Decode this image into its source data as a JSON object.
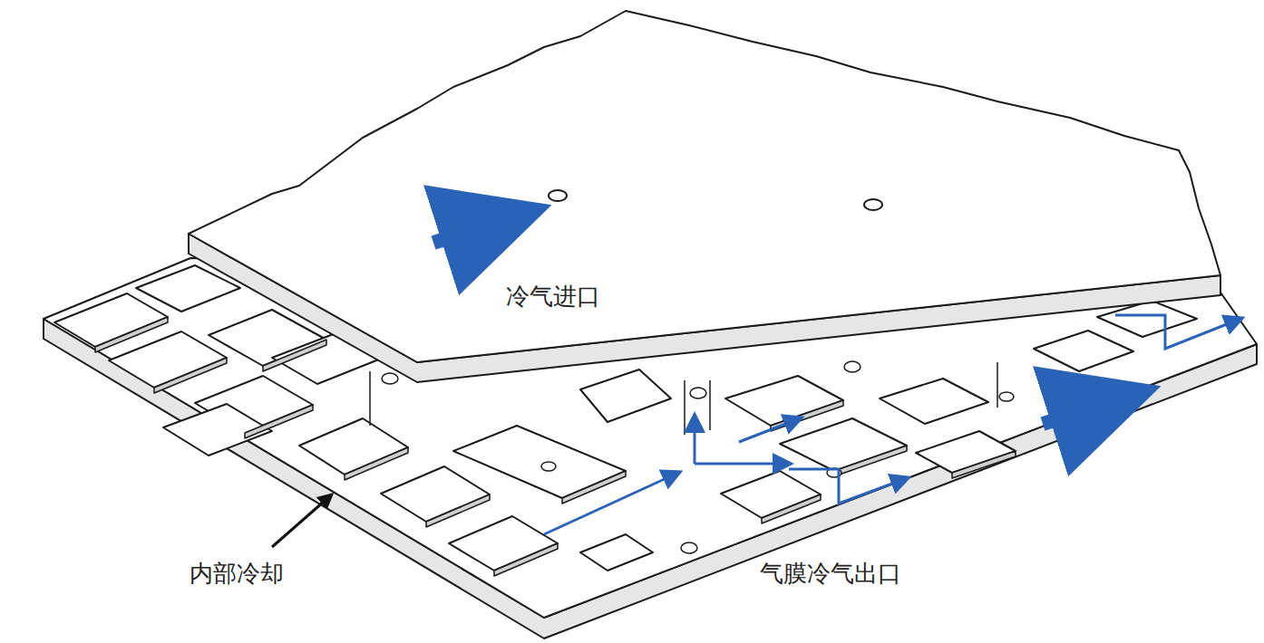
{
  "diagram": {
    "labels": [
      "冷气进口",
      "内部冷却",
      "气膜冷气出口"
    ]
  }
}
